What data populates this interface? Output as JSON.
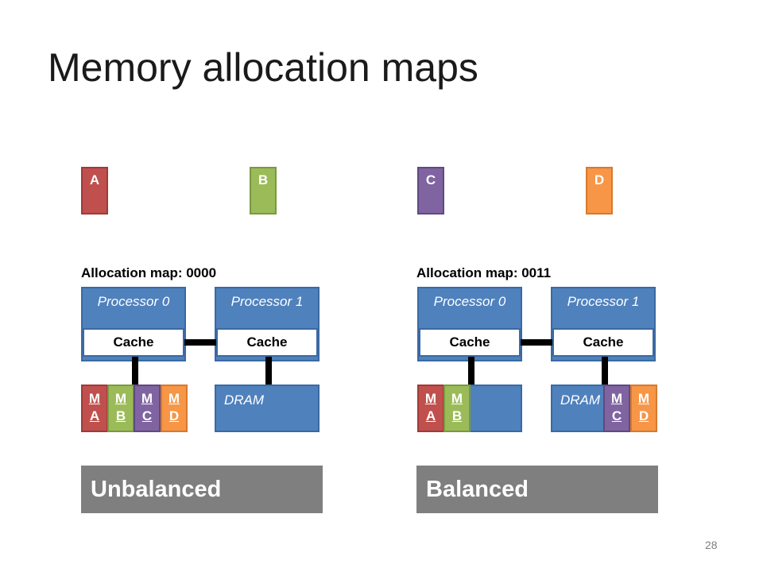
{
  "title": "Memory allocation maps",
  "colors": {
    "A": "#c0504d",
    "B": "#9bbb59",
    "C": "#8064a2",
    "D": "#f79646",
    "processor": "#4f81bd",
    "verdict_bg": "#7f7f7f"
  },
  "variables": [
    {
      "label": "A",
      "color": "#c0504d"
    },
    {
      "label": "B",
      "color": "#9bbb59"
    },
    {
      "label": "C",
      "color": "#8064a2"
    },
    {
      "label": "D",
      "color": "#f79646"
    }
  ],
  "left": {
    "allocation_label": "Allocation map: 0000",
    "processor0": "Processor 0",
    "processor1": "Processor 1",
    "cache0": "Cache",
    "cache1": "Cache",
    "dram1": "DRAM",
    "mem0": [
      {
        "top": "M",
        "bottom": "A"
      },
      {
        "top": "M",
        "bottom": "B"
      },
      {
        "top": "M",
        "bottom": "C"
      },
      {
        "top": "M",
        "bottom": "D"
      }
    ],
    "verdict": "Unbalanced"
  },
  "right": {
    "allocation_label": "Allocation map: 0011",
    "processor0": "Processor 0",
    "processor1": "Processor 1",
    "cache0": "Cache",
    "cache1": "Cache",
    "dram1": "DRAM",
    "mem0": [
      {
        "top": "M",
        "bottom": "A"
      },
      {
        "top": "M",
        "bottom": "B"
      }
    ],
    "mem1": [
      {
        "top": "M",
        "bottom": "C"
      },
      {
        "top": "M",
        "bottom": "D"
      }
    ],
    "verdict": "Balanced"
  },
  "page_number": "28"
}
